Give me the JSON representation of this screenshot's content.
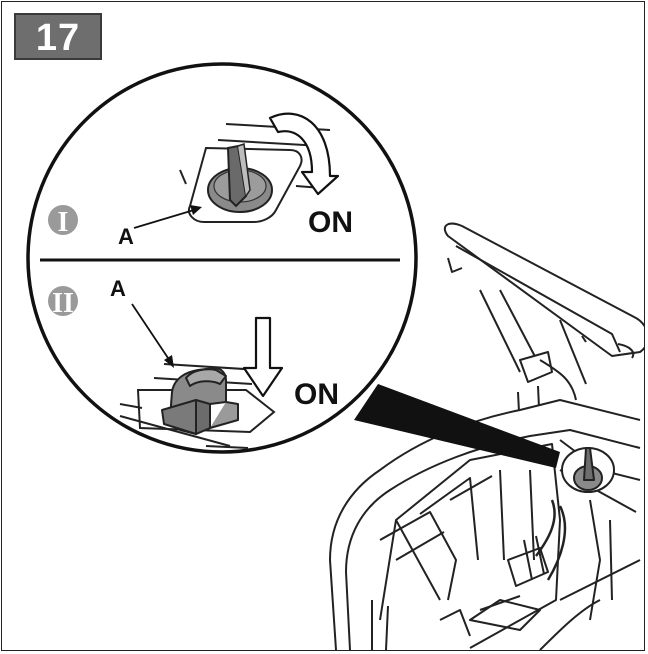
{
  "step_number": "17",
  "panels": [
    {
      "numeral": "I",
      "callout_label": "A",
      "state_label": "ON"
    },
    {
      "numeral": "II",
      "callout_label": "A",
      "state_label": "ON"
    }
  ],
  "colors": {
    "line": "#111111",
    "step_badge": "#6e6e6e",
    "numeral_disc": "#9a9a9a",
    "knob_fill": "#8a8a8a"
  }
}
